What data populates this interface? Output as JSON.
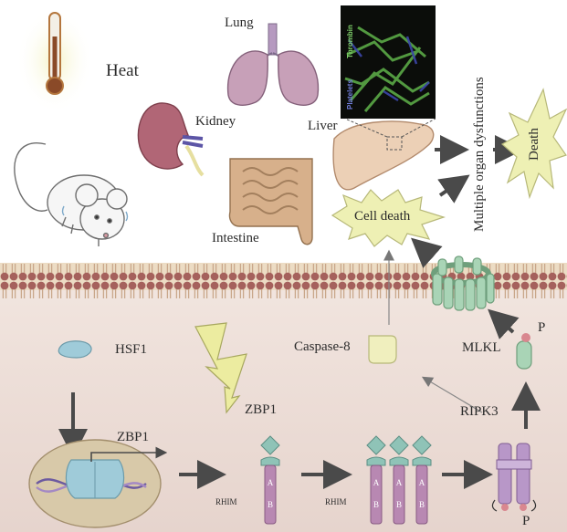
{
  "labels": {
    "heat": "Heat",
    "lung": "Lung",
    "kidney": "Kidney",
    "liver": "Liver",
    "intestine": "Intestine",
    "multiple_organ_dysfunctions": "Multiple organ dysfunctions",
    "death": "Death",
    "cell_death": "Cell death",
    "caspase8": "Caspase-8",
    "mlkl": "MLKL",
    "hsf1": "HSF1",
    "zbp1_gene": "ZBP1",
    "zbp1_protein": "ZBP1",
    "ripk3": "RIPK3",
    "rhim_1": "RHIM",
    "rhim_2": "RHIM",
    "phospho_mlkl": "P",
    "phospho_ripk3": "P"
  },
  "micrograph": {
    "stain_1": "Thrombin",
    "stain_2": "Platelets"
  },
  "domain_letters": {
    "a": "A",
    "b": "B"
  },
  "colors": {
    "membrane_head": "#a5615c",
    "membrane_tail": "#e3c5a0",
    "cytoplasm": "#eadbd5",
    "death_burst": "#eef0b4",
    "zbp1_teal": "#8fc3b7",
    "zbp1_stalk": "#b888b2",
    "mlkl_green": "#a9d4b6",
    "caspase_yellow": "#f0efbe",
    "arrow_gray": "#4a4a4a",
    "nucleus": "#d8c9a9"
  }
}
